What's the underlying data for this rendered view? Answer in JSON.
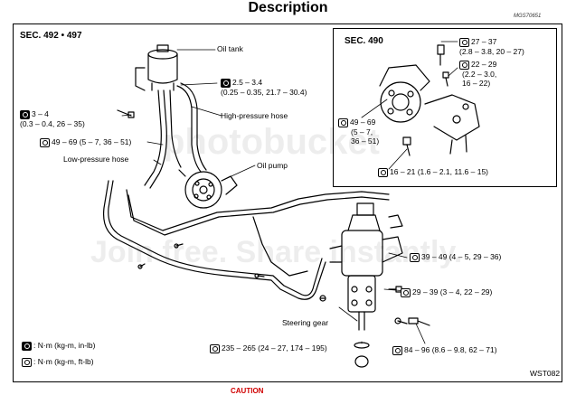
{
  "page_title": "Description",
  "figure_code": "MGS70651",
  "figure_id": "WST082",
  "caution": "CAUTION",
  "watermark": {
    "line1": "photobucket",
    "line2": "Join free. Share instantly."
  },
  "main_section": {
    "title": "SEC. 492 • 497",
    "parts": {
      "oil_tank": "Oil tank",
      "high_pressure_hose": "High-pressure hose",
      "oil_pump": "Oil pump",
      "low_pressure_hose": "Low-pressure hose",
      "steering_gear": "Steering gear"
    },
    "torques": {
      "t1_line1": "2.5 – 3.4",
      "t1_line2": "(0.25 – 0.35, 21.7 – 30.4)",
      "t2_line1": "3 – 4",
      "t2_line2": "(0.3 – 0.4, 26 – 35)",
      "t3": "49 – 69 (5 – 7, 36 – 51)",
      "t4": "39 – 49 (4 – 5, 29 – 36)",
      "t5": "29 – 39 (3 – 4, 22 – 29)",
      "t6": "235 – 265 (24 – 27, 174 – 195)",
      "t7": "84 – 96 (8.6 – 9.8, 62 – 71)"
    }
  },
  "inset_section": {
    "title": "SEC. 490",
    "torques": {
      "t1_line1": "27 – 37",
      "t1_line2": "(2.8 – 3.8, 20 – 27)",
      "t2_line1": "22 – 29",
      "t2_line2": "(2.2 – 3.0,",
      "t2_line3": "16 – 22)",
      "t3_line1": "49 – 69",
      "t3_line2": "(5 – 7,",
      "t3_line3": "36 – 51)",
      "t4": "16 – 21 (1.6 – 2.1, 11.6 – 15)"
    }
  },
  "legend": {
    "inlb": ": N·m (kg-m, in-lb)",
    "ftlb": ": N·m (kg-m, ft-lb)"
  }
}
